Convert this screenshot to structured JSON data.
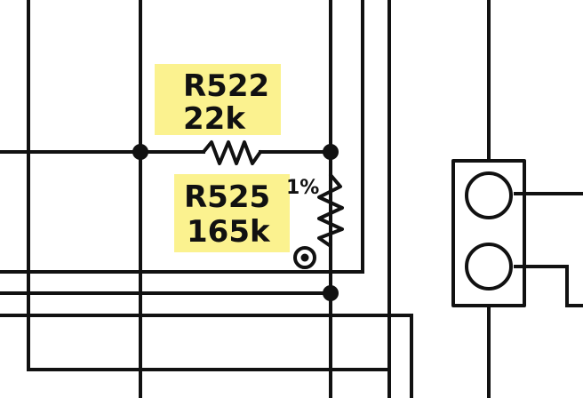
{
  "diagram": {
    "components": {
      "r522": {
        "ref": "R522",
        "value": "22k"
      },
      "r525": {
        "ref": "R525",
        "value": "165k",
        "note": "1%"
      }
    },
    "colors": {
      "ink": "#111111",
      "highlight": "#fbf28f",
      "background": "#ffffff"
    }
  }
}
